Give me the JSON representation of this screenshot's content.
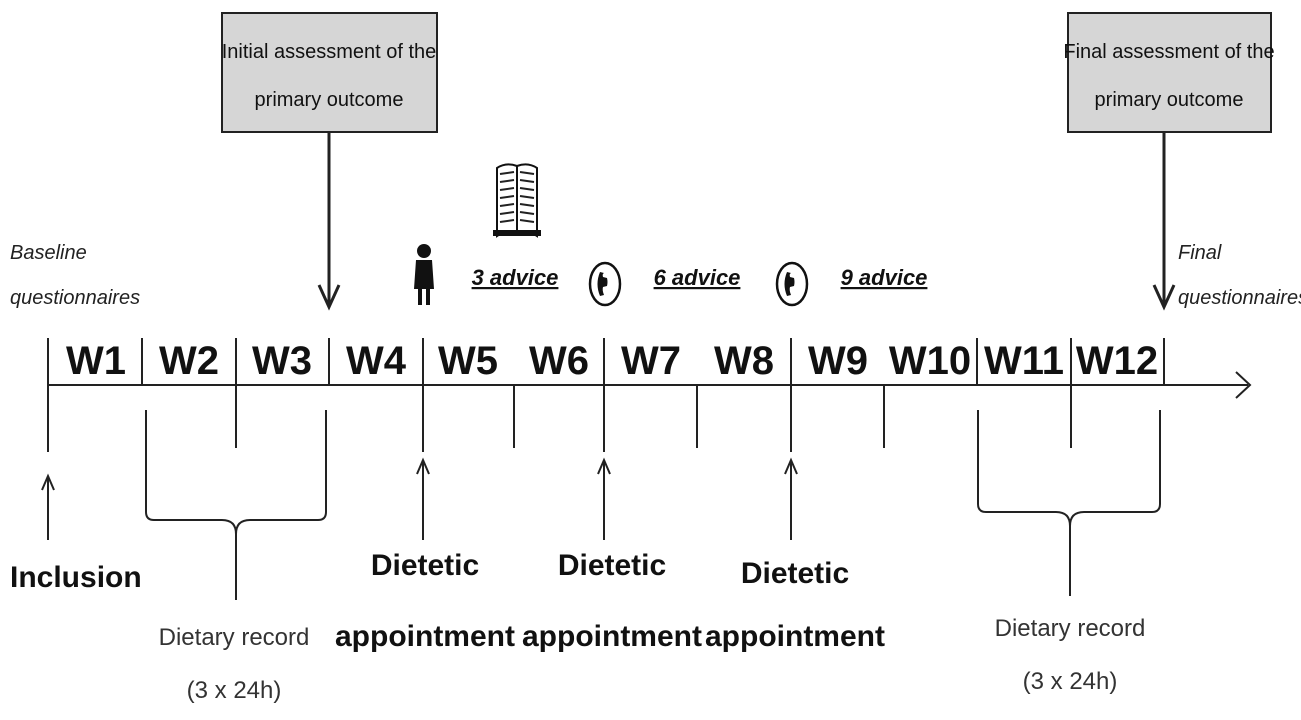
{
  "assessments": {
    "initial": {
      "line1": "Initial assessment of the",
      "line2": "primary outcome"
    },
    "final": {
      "line1": "Final assessment of the",
      "line2": "primary outcome"
    }
  },
  "questionnaires": {
    "baseline": {
      "line1": "Baseline",
      "line2": "questionnaires"
    },
    "final": {
      "line1": "Final",
      "line2": "questionnaires"
    }
  },
  "weeks": [
    "W1",
    "W2",
    "W3",
    "W4",
    "W5",
    "W6",
    "W7",
    "W8",
    "W9",
    "W10",
    "W11",
    "W12"
  ],
  "advice": [
    "3 advice",
    "6 advice",
    "9 advice"
  ],
  "events": {
    "inclusion": "Inclusion",
    "appointment_line1": "Dietetic",
    "appointment_line2": "appointment"
  },
  "dietary_record": {
    "line1": "Dietary record",
    "line2": "(3 x 24h)"
  },
  "icons": [
    "book-icon",
    "person-icon",
    "phone-icon",
    "phone-icon"
  ],
  "colors": {
    "box_fill": "#d6d6d6",
    "stroke": "#222222"
  }
}
